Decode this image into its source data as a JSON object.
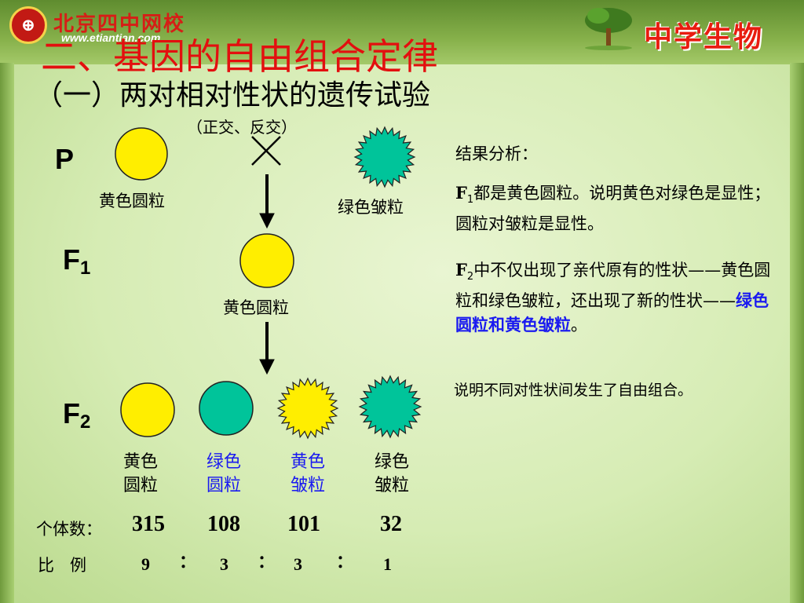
{
  "header": {
    "school_name": "北京四中网校",
    "site_url": "www.etiantian.com",
    "brand": "中学生物"
  },
  "title": "二、基因的自由组合定律",
  "subtitle": "（一）两对相对性状的遗传试验",
  "cross_note": "（正交、反交）",
  "generations": {
    "p": {
      "label": "P"
    },
    "f1": {
      "label": "F",
      "sub": "1"
    },
    "f2": {
      "label": "F",
      "sub": "2"
    }
  },
  "p_left_label": "黄色圆粒",
  "p_right_label": "绿色皱粒",
  "f1_label": "黄色圆粒",
  "f2_labels": [
    {
      "line1": "黄色",
      "line2": "圆粒"
    },
    {
      "line1": "绿色",
      "line2": "圆粒"
    },
    {
      "line1": "黄色",
      "line2": "皱粒"
    },
    {
      "line1": "绿色",
      "line2": "皱粒"
    }
  ],
  "counts": {
    "label": "个体数：",
    "values": [
      "315",
      "108",
      "101",
      "32"
    ]
  },
  "ratio": {
    "label": "比   例",
    "values": [
      "9",
      "3",
      "3",
      "1"
    ],
    "sep": "："
  },
  "analysis": {
    "heading": "结果分析：",
    "p1_f": "F",
    "p1_sub": "1",
    "p1_text": "都是黄色圆粒。说明黄色对绿色是显性；圆粒对皱粒是显性。",
    "p2_f": "F",
    "p2_sub": "2",
    "p2_text": "中不仅出现了亲代原有的性状——黄色圆粒和绿色皱粒，还出现了新的性状——",
    "p2_highlight": "绿色圆粒和黄色皱粒",
    "p2_end": "。",
    "conclusion": "说明不同对性状间发生了自由组合。"
  },
  "colors": {
    "yellow": "#ffee00",
    "green": "#00c49a",
    "title_red": "#e30f0f",
    "highlight_blue": "#1a1af0"
  }
}
